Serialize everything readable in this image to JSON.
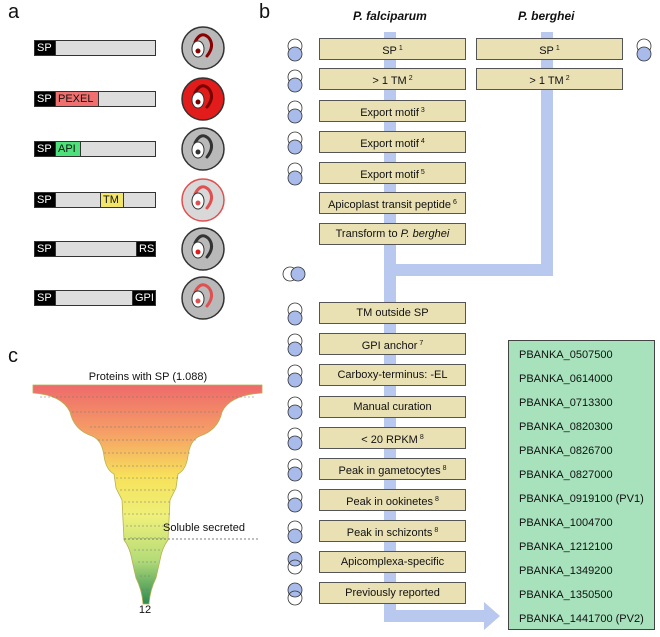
{
  "panels": {
    "a": "a",
    "b": "b",
    "c": "c"
  },
  "panel_a": {
    "rows": [
      {
        "segments": [
          {
            "label": "SP",
            "kind": "sp"
          }
        ],
        "cell_color": "#b9b9b9",
        "parasite_color": "#8b0000",
        "ring_color": "#333333"
      },
      {
        "segments": [
          {
            "label": "SP",
            "kind": "sp"
          },
          {
            "label": "PEXEL",
            "kind": "mid",
            "color": "#f07070"
          }
        ],
        "cell_color": "#e21b1b",
        "parasite_color": "#7a0000",
        "ring_color": "#333333"
      },
      {
        "segments": [
          {
            "label": "SP",
            "kind": "sp"
          },
          {
            "label": "API",
            "kind": "mid",
            "color": "#4ee07a"
          }
        ],
        "cell_color": "#b9b9b9",
        "parasite_color": "#333333",
        "ring_color": "#333333"
      },
      {
        "segments": [
          {
            "label": "SP",
            "kind": "sp"
          },
          {
            "label": "TM",
            "kind": "tm",
            "color": "#f3e56a"
          }
        ],
        "cell_color": "#d8d8d8",
        "parasite_color": "#e05050",
        "ring_color": "#e05050"
      },
      {
        "segments": [
          {
            "label": "SP",
            "kind": "sp"
          },
          {
            "label": "RS",
            "kind": "right"
          }
        ],
        "cell_color": "#b9b9b9",
        "parasite_color": "#333333",
        "ring_color": "#333333"
      },
      {
        "segments": [
          {
            "label": "SP",
            "kind": "sp"
          },
          {
            "label": "GPI",
            "kind": "right"
          }
        ],
        "cell_color": "#b9b9b9",
        "parasite_color": "#e05050",
        "ring_color": "#333333"
      }
    ]
  },
  "panel_b": {
    "species_pf": "P. falciparum",
    "species_pb": "P. berghei",
    "pf_steps": [
      {
        "label": "SP",
        "sup": "1"
      },
      {
        "label": "> 1 TM",
        "sup": "2"
      },
      {
        "label": "Export motif",
        "sup": "3"
      },
      {
        "label": "Export motif",
        "sup": "4"
      },
      {
        "label": "Export motif",
        "sup": "5"
      },
      {
        "label": "Apicoplast transit peptide",
        "sup": "6"
      },
      {
        "label": "Transform to ",
        "italic": "P. berghei"
      }
    ],
    "pb_steps": [
      {
        "label": "SP",
        "sup": "1"
      },
      {
        "label": "> 1 TM",
        "sup": "2"
      }
    ],
    "joint_steps": [
      {
        "label": "TM outside SP"
      },
      {
        "label": "GPI anchor",
        "sup": "7"
      },
      {
        "label": "Carboxy-terminus: -EL"
      },
      {
        "label": "Manual curation"
      },
      {
        "label": "< 20 RPKM",
        "sup": "8"
      },
      {
        "label": "Peak in gametocytes",
        "sup": "8"
      },
      {
        "label": "Peak in ookinetes",
        "sup": "8"
      },
      {
        "label": "Peak in schizonts",
        "sup": "8"
      },
      {
        "label": "Apicomplexa-specific"
      },
      {
        "label": "Previously reported"
      }
    ],
    "results": [
      "PBANKA_0507500",
      "PBANKA_0614000",
      "PBANKA_0713300",
      "PBANKA_0820300",
      "PBANKA_0826700",
      "PBANKA_0827000",
      "PBANKA_0919100 (PV1)",
      "PBANKA_1004700",
      "PBANKA_1212100",
      "PBANKA_1349200",
      "PBANKA_1350500",
      "PBANKA_1441700 (PV2)"
    ],
    "colors": {
      "step_fill": "#e9e0b4",
      "flow": "#b8c8ee",
      "result_fill": "#a8e2bd",
      "venn_fill": "#a9bbea"
    }
  },
  "panel_c": {
    "top_label": "Proteins with SP (1.088)",
    "mid_label": "Soluble secreted",
    "bottom_label": "12"
  }
}
